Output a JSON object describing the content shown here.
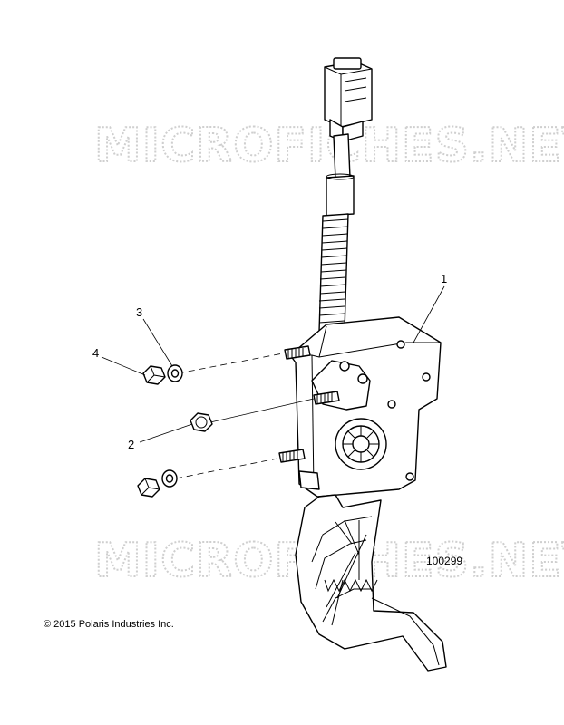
{
  "watermark": {
    "top_text": "MICROFICHES.NET",
    "bottom_text": "MICROFICHES.NET"
  },
  "callouts": {
    "part_1": "1",
    "part_2": "2",
    "part_3": "3",
    "part_4": "4"
  },
  "drawing_number": "100299",
  "copyright": "© 2015 Polaris Industries Inc."
}
